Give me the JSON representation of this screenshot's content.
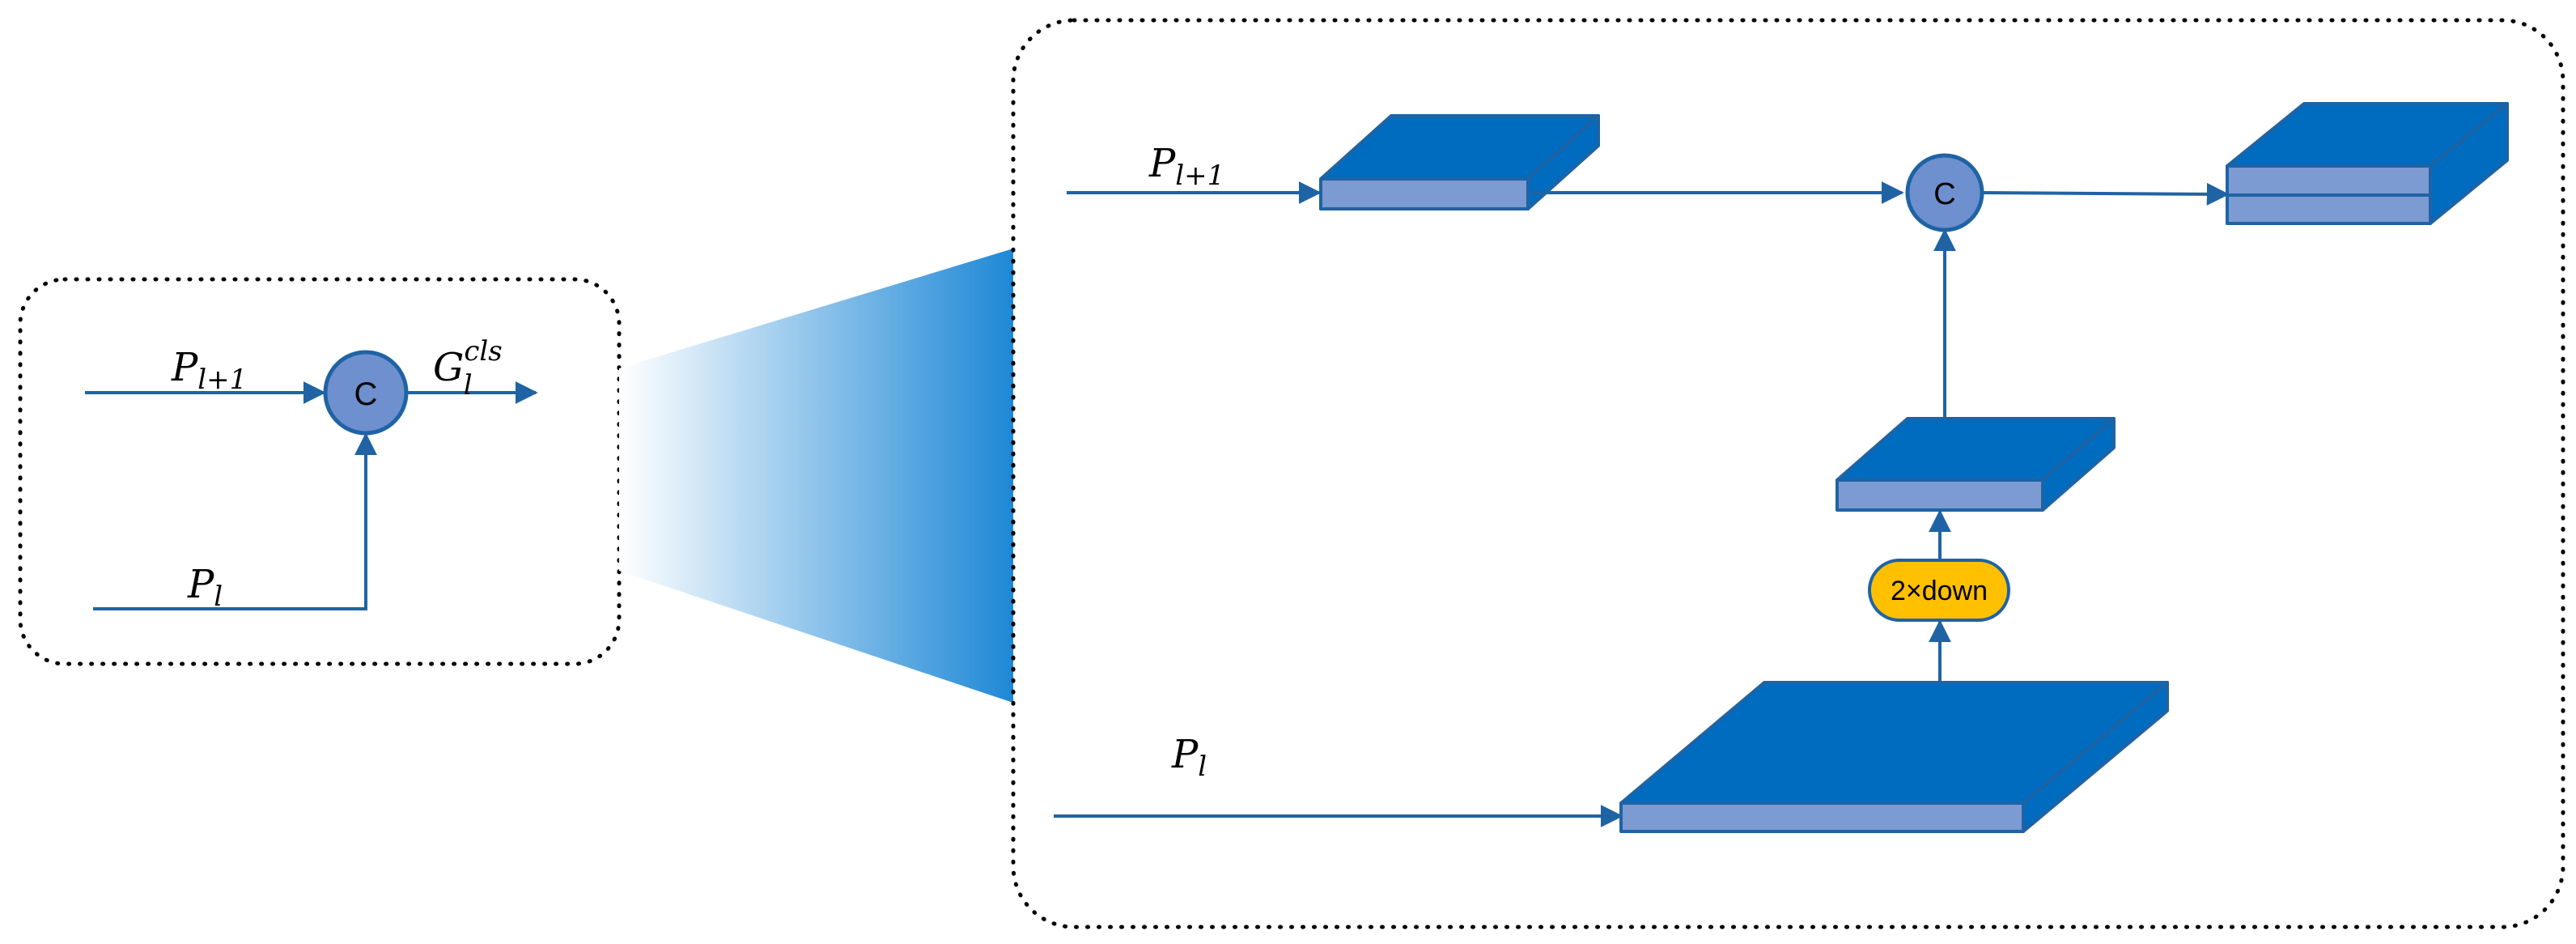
{
  "colors": {
    "line": "#1F63A4",
    "block_front": "#7B9BD2",
    "block_top": "#006CC0",
    "concat_fill": "#6E90CF",
    "down_fill": "#FFC000",
    "down_stroke": "#1F63A4",
    "zoom_gradient_start": "#FFFFFF",
    "zoom_gradient_end": "#1E88D6"
  },
  "summary_panel": {
    "input_top_label": {
      "base": "P",
      "sub": "l+1"
    },
    "input_bottom_label": {
      "base": "P",
      "sub": "l"
    },
    "concat_label": "C",
    "output_label": {
      "base": "G",
      "sub": "l",
      "sup": "cls"
    }
  },
  "detail_panel": {
    "input_top_label": {
      "base": "P",
      "sub": "l+1"
    },
    "input_bottom_label": {
      "base": "P",
      "sub": "l"
    },
    "concat_label": "C",
    "downsample_label": "2×down"
  }
}
